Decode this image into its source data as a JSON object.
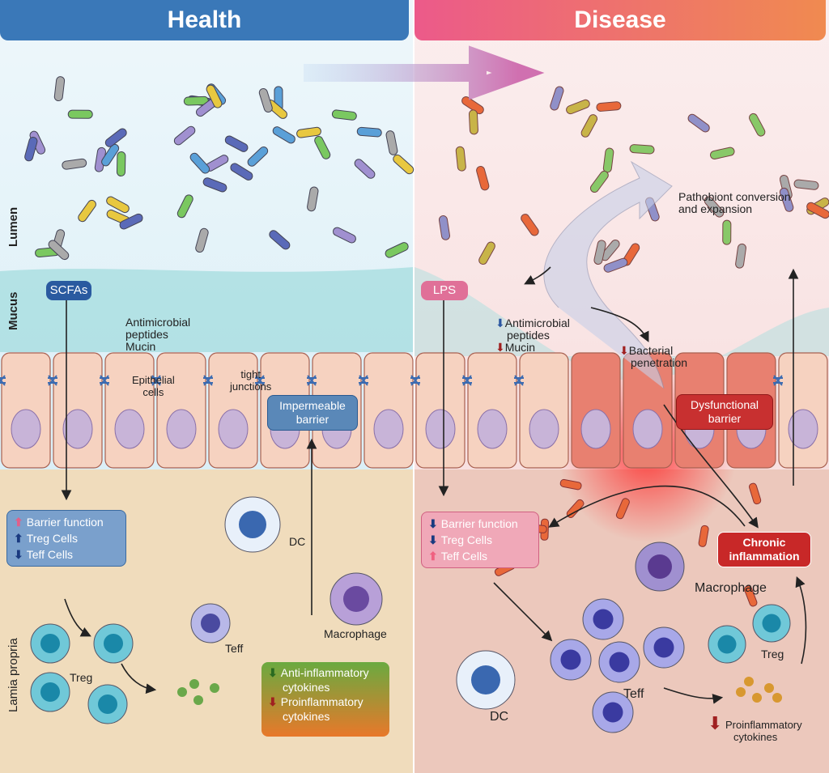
{
  "header": {
    "health": "Health",
    "disease": "Disease"
  },
  "colors": {
    "health": "#3a78b8",
    "disease": "#ec6a7a",
    "up": "#e0608a",
    "down": "#2a55a0",
    "red": "#b02828",
    "green": "#3a8a30"
  },
  "layers": {
    "lumen": "Lumen",
    "mucus": "Mucus",
    "lamina": "Lamia propria"
  },
  "health": {
    "scfas": "SCFAs",
    "amp": [
      "Antimicrobial",
      "peptides",
      "Mucin"
    ],
    "epithelial": [
      "Epithelial",
      "cells"
    ],
    "tight": [
      "tight",
      "junctions"
    ],
    "barrier": [
      "Impermeable",
      "barrier"
    ],
    "effects": [
      "Barrier function",
      "Treg Cells",
      "Teff Cells"
    ],
    "dc": "DC",
    "teff": "Teff",
    "macrophage": "Macrophage",
    "treg": "Treg",
    "cytokines": [
      "Anti-inflammatory",
      "cytokines",
      "Proinflammatory",
      "cytokines"
    ]
  },
  "disease": {
    "lps": "LPS",
    "amp": [
      "Antimicrobial",
      "peptides",
      "Mucin"
    ],
    "penetration": [
      "Bacterial",
      "penetration"
    ],
    "pathobiont": [
      "Pathobiont conversion",
      "and expansion"
    ],
    "barrier": [
      "Dysfunctional",
      "barrier"
    ],
    "effects": [
      "Barrier function",
      "Treg Cells",
      "Teff Cells"
    ],
    "inflammation": [
      "Chronic",
      "inflammation"
    ],
    "macrophage": "Macrophage",
    "treg": "Treg",
    "teff": "Teff",
    "dc": "DC",
    "cytokines": [
      "Proinflammatory",
      "cytokines"
    ]
  }
}
